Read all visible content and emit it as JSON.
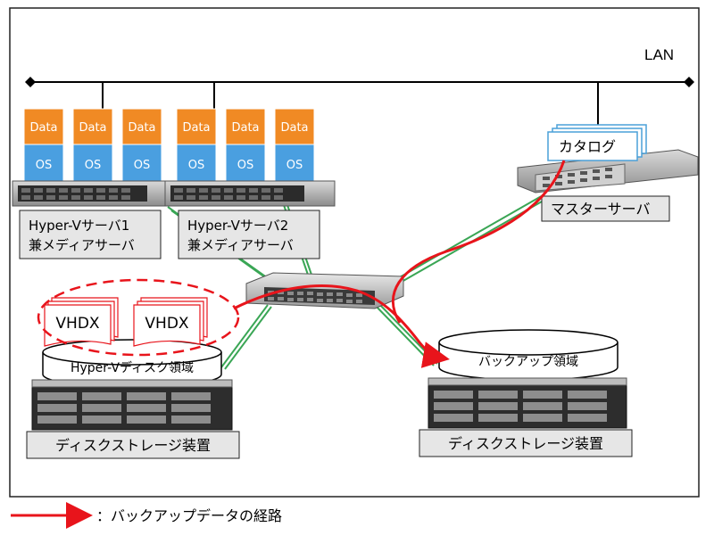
{
  "network": {
    "lan_label": "LAN"
  },
  "vms": {
    "data_label": "Data",
    "os_label": "OS",
    "data_color": "#f08a24",
    "os_color": "#4a9fe0"
  },
  "servers": {
    "hyperv1": {
      "line1": "Hyper-Vサーバ1",
      "line2": "兼メディアサーバ"
    },
    "hyperv2": {
      "line1": "Hyper-Vサーバ2",
      "line2": "兼メディアサーバ"
    },
    "master": {
      "label": "マスターサーバ",
      "catalog_label": "カタログ"
    }
  },
  "storage": {
    "left": {
      "disk_area_label": "Hyper-Vディスク領域",
      "vhdx_labels": [
        "VHDX",
        "VHDX"
      ],
      "device_label": "ディスクストレージ装置"
    },
    "right": {
      "disk_area_label": "バックアップ領域",
      "device_label": "ディスクストレージ装置"
    }
  },
  "legend": {
    "text": "：バックアップデータの経路",
    "arrow_color": "#e8141b"
  },
  "colors": {
    "cable_green": "#3aa655",
    "label_box_fill": "#e6e6e6",
    "catalog_border": "#4aa0d8"
  }
}
